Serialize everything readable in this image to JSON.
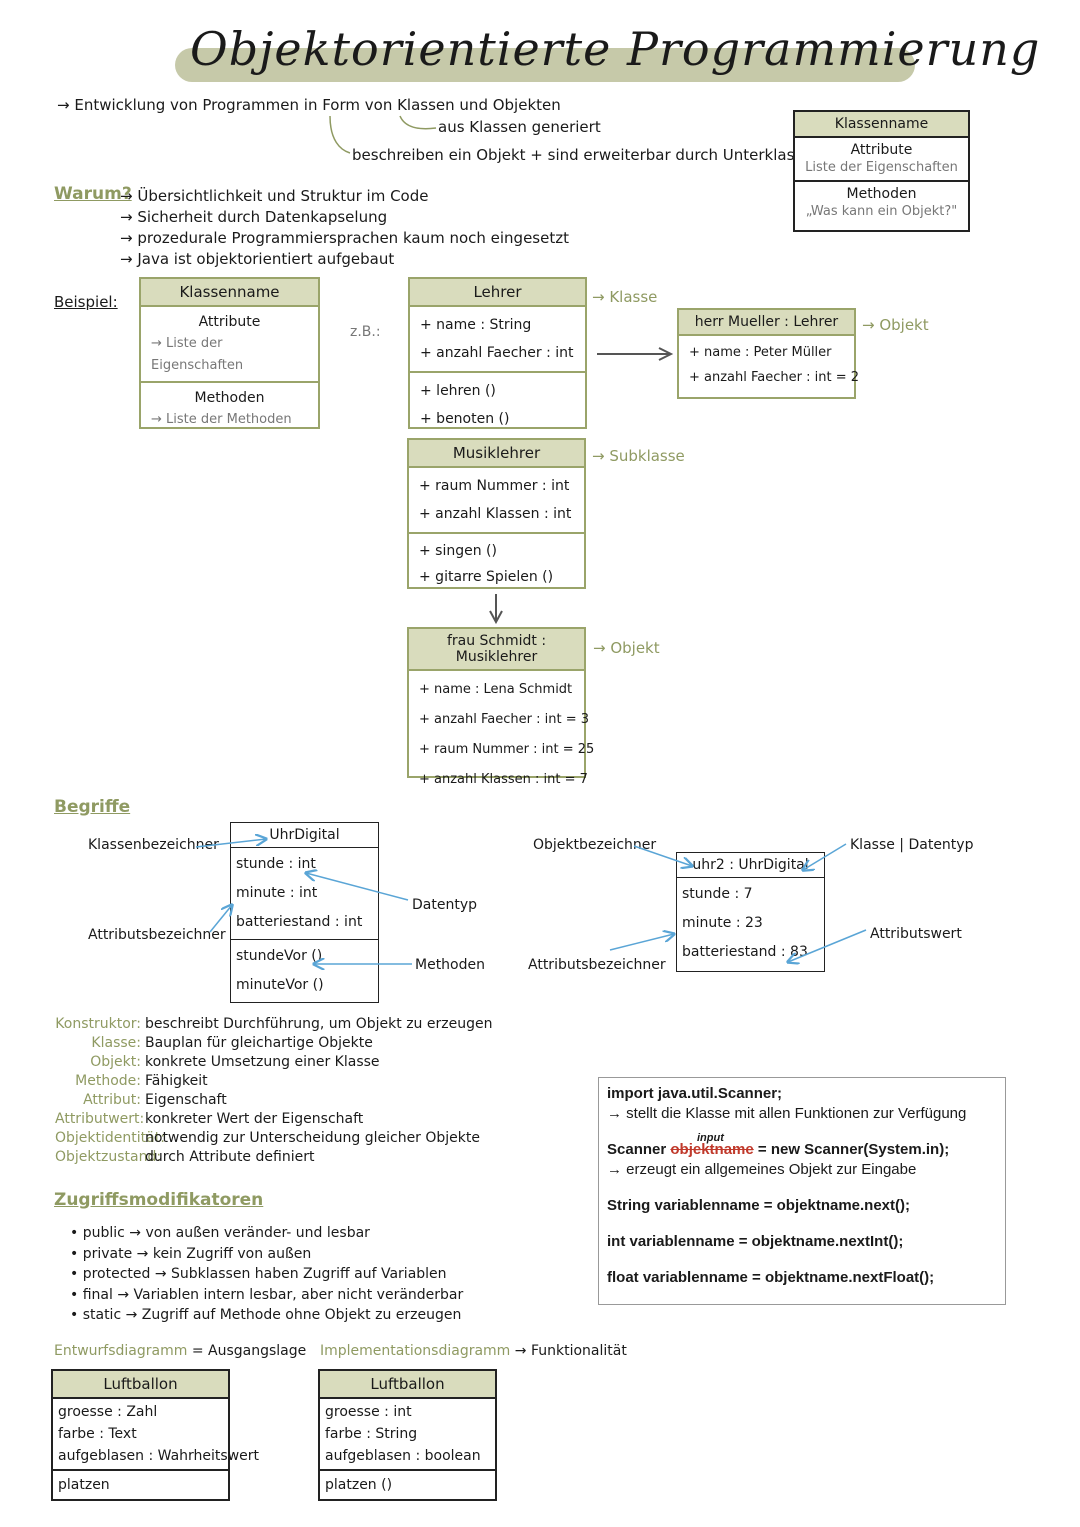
{
  "title": "Objektorientierte Programmierung",
  "intro": {
    "line1": "→ Entwicklung von Programmen in Form von Klassen und Objekten",
    "note1": "aus Klassen generiert",
    "note2": "beschreiben ein Objekt + sind erweiterbar durch Unterklassen"
  },
  "legend_box": {
    "name": "Klassenname",
    "attr_title": "Attribute",
    "attr_sub": "Liste der Eigenschaften",
    "meth_title": "Methoden",
    "meth_sub": "„Was kann ein Objekt?\""
  },
  "warum": {
    "label": "Warum?",
    "items": [
      "Übersichtlichkeit und Struktur im Code",
      "Sicherheit durch Datenkapselung",
      "prozedurale Programmiersprachen kaum noch eingesetzt",
      "Java ist objektorientiert aufgebaut"
    ]
  },
  "beispiel": {
    "label": "Beispiel:",
    "zb": "z.B.:",
    "generic": {
      "name": "Klassenname",
      "attr": "Attribute",
      "attr_sub": "→ Liste der Eigenschaften",
      "meth": "Methoden",
      "meth_sub": "→ Liste der Methoden"
    },
    "lehrer": {
      "name": "Lehrer",
      "attrs": [
        "+  name : String",
        "+  anzahl Faecher : int"
      ],
      "methods": [
        "+  lehren ()",
        "+  benoten ()"
      ],
      "tag": "→ Klasse"
    },
    "herr": {
      "name": "herr Mueller : Lehrer",
      "attrs": [
        "+  name : Peter Müller",
        "+  anzahl Faecher : int = 2"
      ],
      "tag": "→ Objekt"
    },
    "musik": {
      "name": "Musiklehrer",
      "attrs": [
        "+  raum Nummer : int",
        "+  anzahl Klassen : int"
      ],
      "methods": [
        "+  singen ()",
        "+  gitarre Spielen ()"
      ],
      "tag": "→ Subklasse"
    },
    "frau": {
      "name": "frau Schmidt : Musiklehrer",
      "attrs": [
        "+  name : Lena Schmidt",
        "+  anzahl Faecher : int = 3",
        "+  raum Nummer : int = 25",
        "+  anzahl Klassen : int = 7"
      ],
      "tag": "→ Objekt"
    }
  },
  "begriffe": {
    "label": "Begriffe",
    "uhr": {
      "name": "UhrDigital",
      "attrs": [
        "stunde : int",
        "minute : int",
        "batteriestand : int"
      ],
      "methods": [
        "stundeVor ()",
        "minuteVor ()"
      ]
    },
    "uhr2": {
      "name": "uhr2 : UhrDigital",
      "attrs": [
        "stunde : 7",
        "minute : 23",
        "batteriestand : 83"
      ]
    },
    "labels": {
      "klassenbezeichner": "Klassenbezeichner",
      "attributsbezeichner": "Attributsbezeichner",
      "datentyp": "Datentyp",
      "methoden": "Methoden",
      "objektbezeichner": "Objektbezeichner",
      "klasse_datentyp": "Klasse | Datentyp",
      "attributsbezeichner2": "Attributsbezeichner",
      "attributswert": "Attributswert"
    },
    "definitions": [
      {
        "term": "Konstruktor:",
        "text": "beschreibt Durchführung, um Objekt zu erzeugen"
      },
      {
        "term": "Klasse:",
        "text": "Bauplan für gleichartige Objekte"
      },
      {
        "term": "Objekt:",
        "text": "konkrete Umsetzung einer Klasse"
      },
      {
        "term": "Methode:",
        "text": "Fähigkeit"
      },
      {
        "term": "Attribut:",
        "text": "Eigenschaft"
      },
      {
        "term": "Attributwert:",
        "text": "konkreter Wert der Eigenschaft"
      },
      {
        "term": "Objektidentität:",
        "text": "notwendig zur Unterscheidung gleicher Objekte"
      },
      {
        "term": "Objektzustand:",
        "text": "durch Attribute definiert"
      }
    ]
  },
  "code": {
    "import": "import java.util.Scanner;",
    "import_note": "→ stellt die Klasse mit allen Funktionen zur Verfügung",
    "scanner_pre": "Scanner",
    "scanner_strike": "objektname",
    "scanner_insert": "input",
    "scanner_post": "= new Scanner(System.in);",
    "scanner_note": "→ erzeugt ein allgemeines Objekt zur Eingabe",
    "line_string": "String variablenname = objektname.next();",
    "line_int": "int variablenname = objektname.nextInt();",
    "line_float": "float variablenname = objektname.nextFloat();"
  },
  "zugriff": {
    "label": "Zugriffsmodifikatoren",
    "items": [
      "• public → von außen veränder- und lesbar",
      "• private → kein Zugriff von außen",
      "• protected → Subklassen haben Zugriff auf Variablen",
      "• final → Variablen intern lesbar, aber nicht veränderbar",
      "• static → Zugriff auf Methode ohne Objekt zu erzeugen"
    ]
  },
  "diagramme": {
    "entwurf_label": "Entwurfsdiagramm",
    "entwurf_suffix": "= Ausgangslage",
    "impl_label": "Implementationsdiagramm",
    "impl_suffix": "→ Funktionalität",
    "entwurf": {
      "name": "Luftballon",
      "attrs": [
        "groesse : Zahl",
        "farbe : Text",
        "aufgeblasen : Wahrheitswert"
      ],
      "methods": [
        "platzen"
      ]
    },
    "impl": {
      "name": "Luftballon",
      "attrs": [
        "groesse : int",
        "farbe : String",
        "aufgeblasen : boolean"
      ],
      "methods": [
        "platzen ()"
      ]
    }
  }
}
